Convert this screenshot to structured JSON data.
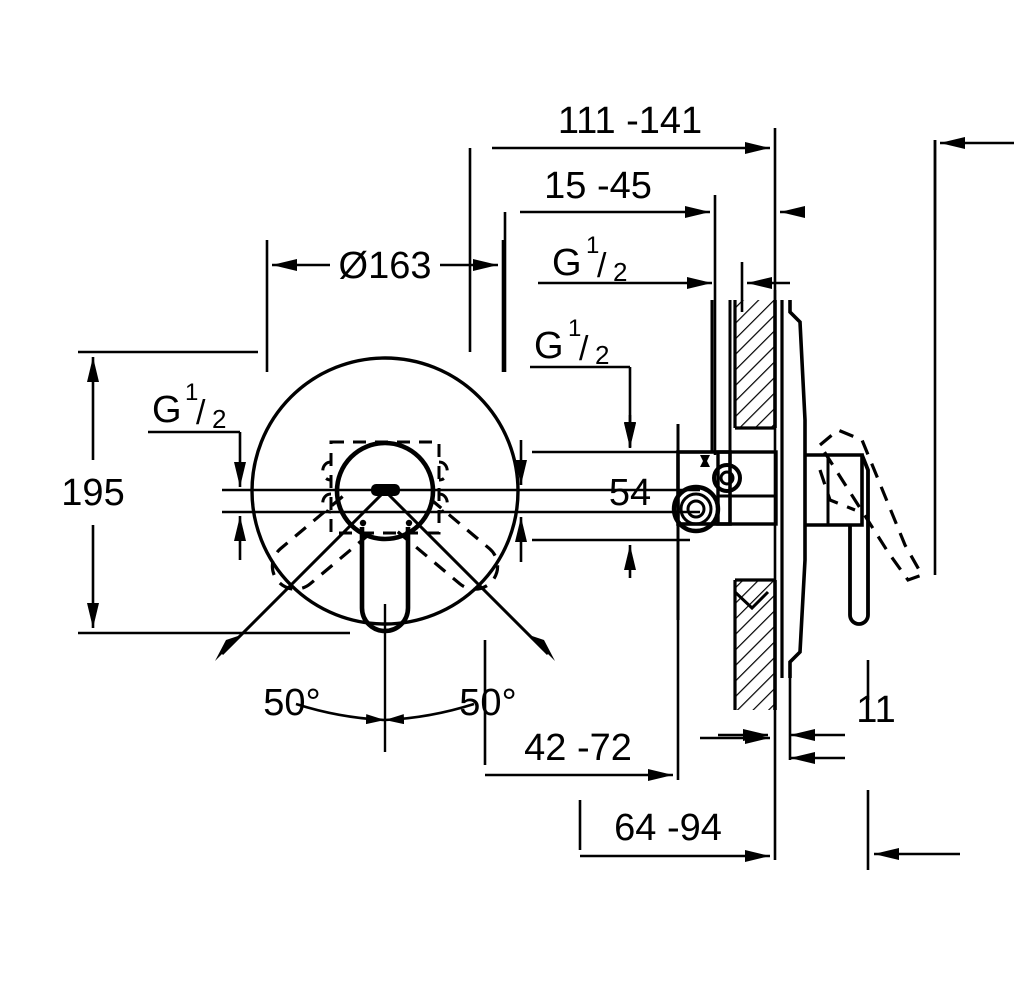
{
  "drawing": {
    "title": "Concealed single-lever mixer installation dimension drawing",
    "units": "mm",
    "line_color": "#000000",
    "background": "#ffffff",
    "dimensions": {
      "overall_depth_range": "111 -141",
      "projection_range": "15 -45",
      "escutcheon_diameter": "Ø163",
      "escutcheon_height": "195",
      "valve_center_height": "54",
      "lever_angle_left": "50°",
      "lever_angle_right": "50°",
      "rough_in_depth_range": "42 -72",
      "body_depth_range": "64 -94",
      "plate_thickness": "11"
    },
    "thread_labels": [
      {
        "id": "thread-left",
        "main": "G",
        "numerator": "1",
        "denominator": "2"
      },
      {
        "id": "thread-upper",
        "main": "G",
        "numerator": "1",
        "denominator": "2"
      },
      {
        "id": "thread-lower",
        "main": "G",
        "numerator": "1",
        "denominator": "2"
      }
    ]
  }
}
